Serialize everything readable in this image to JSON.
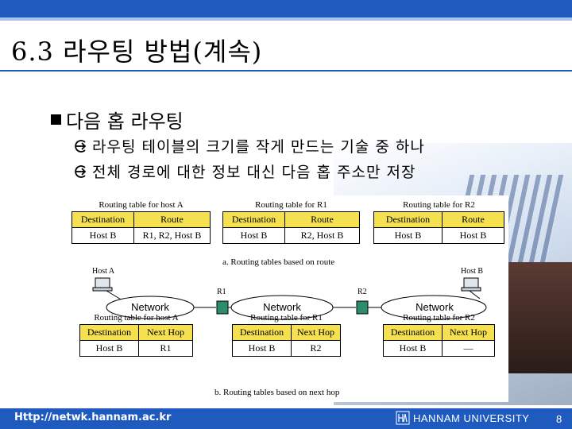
{
  "slide": {
    "title": "6.3 라우팅 방법(계속)",
    "bullet": "다음 홉 라우팅",
    "subpoints": [
      "라우팅 테이블의 크기를 작게 만드는 기술 중 하나",
      "전체 경로에 대한 정보 대신 다음 홉 주소만 저장"
    ]
  },
  "figure": {
    "top_tables": [
      {
        "caption": "Routing table for host A",
        "headers": [
          "Destination",
          "Route"
        ],
        "row": [
          "Host B",
          "R1, R2, Host B"
        ]
      },
      {
        "caption": "Routing table for R1",
        "headers": [
          "Destination",
          "Route"
        ],
        "row": [
          "Host B",
          "R2, Host B"
        ]
      },
      {
        "caption": "Routing table for R2",
        "headers": [
          "Destination",
          "Route"
        ],
        "row": [
          "Host B",
          "Host B"
        ]
      }
    ],
    "caption_a": "a. Routing tables based on route",
    "host_a": "Host A",
    "host_b": "Host B",
    "r1": "R1",
    "r2": "R2",
    "networks": [
      "Network",
      "Network",
      "Network"
    ],
    "bottom_tables": [
      {
        "caption": "Routing table for host A",
        "headers": [
          "Destination",
          "Next Hop"
        ],
        "row": [
          "Host B",
          "R1"
        ]
      },
      {
        "caption": "Routing table for R1",
        "headers": [
          "Destination",
          "Next Hop"
        ],
        "row": [
          "Host B",
          "R2"
        ]
      },
      {
        "caption": "Routing table for R2",
        "headers": [
          "Destination",
          "Next Hop"
        ],
        "row": [
          "Host B",
          "—"
        ]
      }
    ],
    "caption_b": "b. Routing tables based on next hop"
  },
  "footer": {
    "url": "Http://netwk.hannam.ac.kr",
    "university": "HANNAM UNIVERSITY",
    "page": "8"
  },
  "colors": {
    "brand_blue": "#1f5bbf",
    "table_header": "#f5e050",
    "router": "#2e8b6e"
  }
}
